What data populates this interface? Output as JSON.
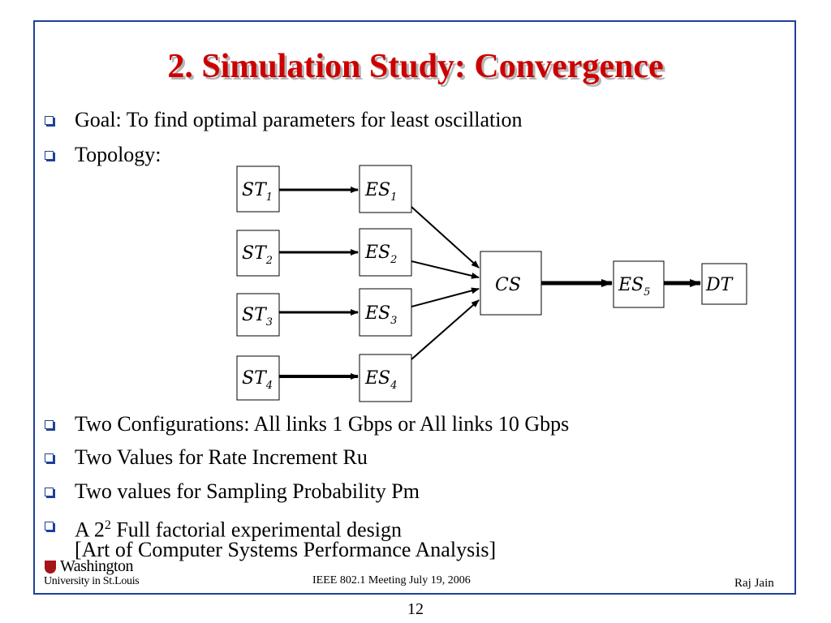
{
  "slide": {
    "title": "2. Simulation Study: Convergence",
    "bullets": [
      {
        "text": "Goal: To find optimal parameters for least oscillation"
      },
      {
        "text": "Topology:"
      },
      {
        "text": "Two Configurations: All links 1 Gbps or All links 10 Gbps"
      },
      {
        "text": "Two Values for Rate Increment Ru"
      },
      {
        "text": "Two values for Sampling Probability Pm"
      },
      {
        "pre": "A 2",
        "sup": "2",
        "post": " Full factorial experimental design",
        "line2": "[Art of Computer Systems Performance Analysis]"
      }
    ]
  },
  "diagram": {
    "nodes": [
      {
        "base": "ST",
        "sub": "1"
      },
      {
        "base": "ST",
        "sub": "2"
      },
      {
        "base": "ST",
        "sub": "3"
      },
      {
        "base": "ST",
        "sub": "4"
      },
      {
        "base": "ES",
        "sub": "1"
      },
      {
        "base": "ES",
        "sub": "2"
      },
      {
        "base": "ES",
        "sub": "3"
      },
      {
        "base": "ES",
        "sub": "4"
      },
      {
        "base": "CS",
        "sub": ""
      },
      {
        "base": "ES",
        "sub": "5"
      },
      {
        "base": "DT",
        "sub": ""
      }
    ]
  },
  "footer": {
    "logo_word": "Washington",
    "logo_sub": "University in St.Louis",
    "center": "IEEE 802.1 Meeting  July 19, 2006",
    "right": "Raj Jain",
    "page": "12"
  },
  "colors": {
    "title": "#cc0000",
    "frame": "#1f3f9a",
    "bullet_icon": "#1f3f9a"
  }
}
